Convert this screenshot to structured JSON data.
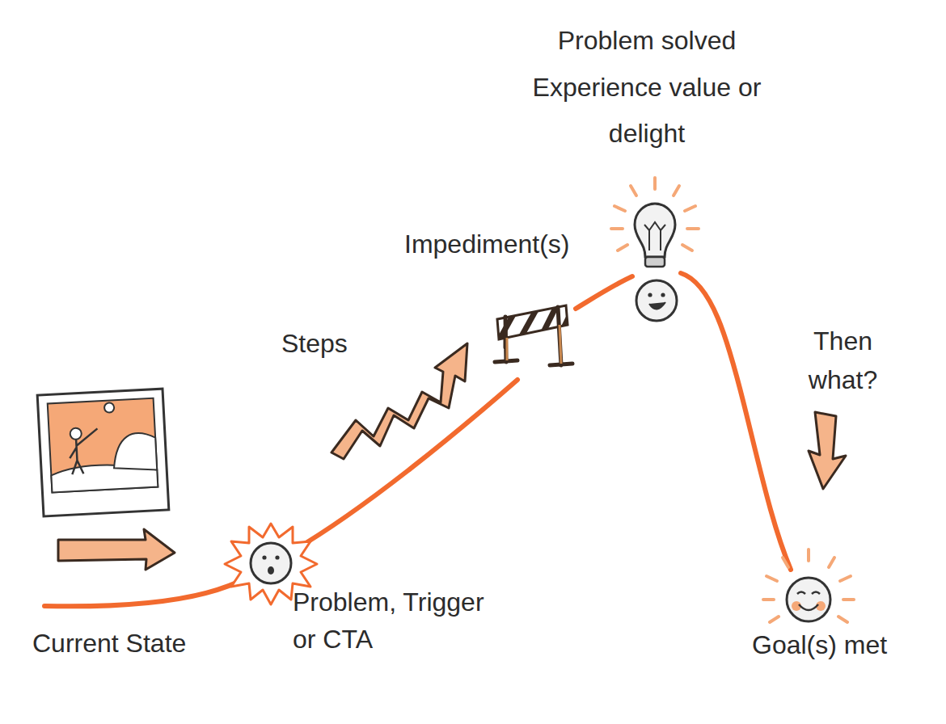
{
  "diagram": {
    "labels": [
      "Current State",
      "Problem, Trigger or CTA",
      "Steps",
      "Impediment(s)",
      "Problem solved Experience value or delight",
      "Then what?",
      "Goal(s) met"
    ]
  }
}
